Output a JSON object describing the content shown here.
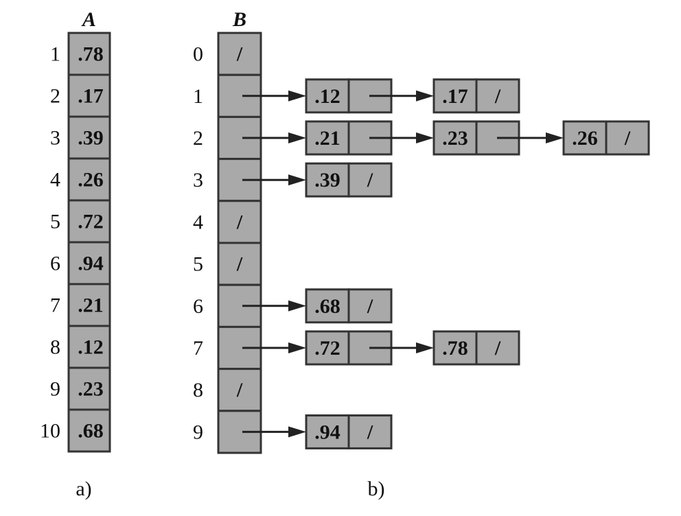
{
  "panel_a": {
    "title": "A",
    "caption": "a)",
    "rows": [
      {
        "index": "1",
        "value": ".78"
      },
      {
        "index": "2",
        "value": ".17"
      },
      {
        "index": "3",
        "value": ".39"
      },
      {
        "index": "4",
        "value": ".26"
      },
      {
        "index": "5",
        "value": ".72"
      },
      {
        "index": "6",
        "value": ".94"
      },
      {
        "index": "7",
        "value": ".21"
      },
      {
        "index": "8",
        "value": ".12"
      },
      {
        "index": "9",
        "value": ".23"
      },
      {
        "index": "10",
        "value": ".68"
      }
    ]
  },
  "panel_b": {
    "title": "B",
    "caption": "b)",
    "null_symbol": "/",
    "buckets": [
      {
        "index": "0",
        "nodes": []
      },
      {
        "index": "1",
        "nodes": [
          ".12",
          ".17"
        ]
      },
      {
        "index": "2",
        "nodes": [
          ".21",
          ".23",
          ".26"
        ]
      },
      {
        "index": "3",
        "nodes": [
          ".39"
        ]
      },
      {
        "index": "4",
        "nodes": []
      },
      {
        "index": "5",
        "nodes": []
      },
      {
        "index": "6",
        "nodes": [
          ".68"
        ]
      },
      {
        "index": "7",
        "nodes": [
          ".72",
          ".78"
        ]
      },
      {
        "index": "8",
        "nodes": []
      },
      {
        "index": "9",
        "nodes": [
          ".94"
        ]
      }
    ]
  },
  "colors": {
    "cell_fill": "#a9a9a9",
    "cell_stroke": "#333333",
    "text": "#111111"
  }
}
